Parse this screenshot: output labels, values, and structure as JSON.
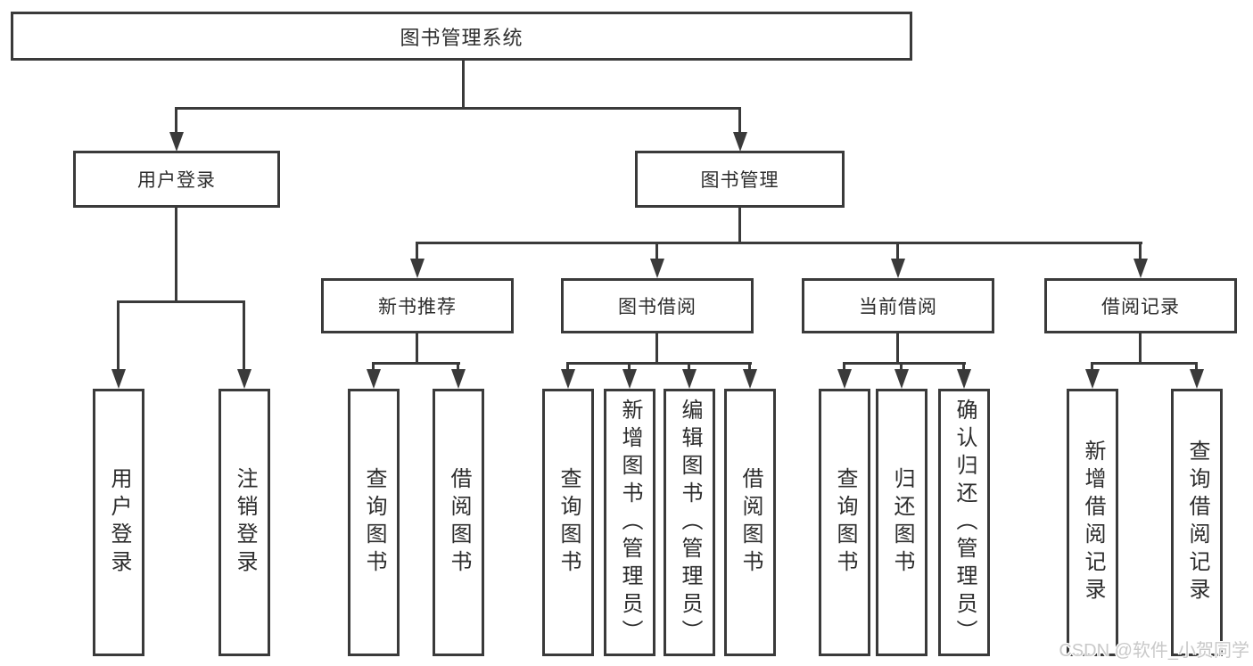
{
  "root": {
    "label": "图书管理系统"
  },
  "level2": {
    "user_login": {
      "label": "用户登录"
    },
    "book_mgmt": {
      "label": "图书管理"
    }
  },
  "level3": {
    "new_books": {
      "label": "新书推荐"
    },
    "book_borrow": {
      "label": "图书借阅"
    },
    "current_borrow": {
      "label": "当前借阅"
    },
    "borrow_records": {
      "label": "借阅记录"
    }
  },
  "leaves": {
    "user_login": {
      "label": "用户登录"
    },
    "logout": {
      "label": "注销登录"
    },
    "nb_query_books": {
      "label": "查询图书"
    },
    "nb_borrow_books": {
      "label": "借阅图书"
    },
    "bb_query_books": {
      "label": "查询图书"
    },
    "bb_add_books": {
      "label": "新增图书（管理员）"
    },
    "bb_edit_books": {
      "label": "编辑图书（管理员）"
    },
    "bb_borrow_books": {
      "label": "借阅图书"
    },
    "cb_query_books": {
      "label": "查询图书"
    },
    "cb_return_books": {
      "label": "归还图书"
    },
    "cb_confirm_return": {
      "label": "确认归还（管理员）"
    },
    "br_add_record": {
      "label": "新增借阅记录"
    },
    "br_query_record": {
      "label": "查询借阅记录"
    }
  },
  "watermark": {
    "text": "CSDN @软件_小贺同学"
  },
  "colors": {
    "line": "#3a3a3a",
    "text": "#2d2d2d",
    "watermark": "#c9c9c9",
    "background": "#ffffff"
  }
}
